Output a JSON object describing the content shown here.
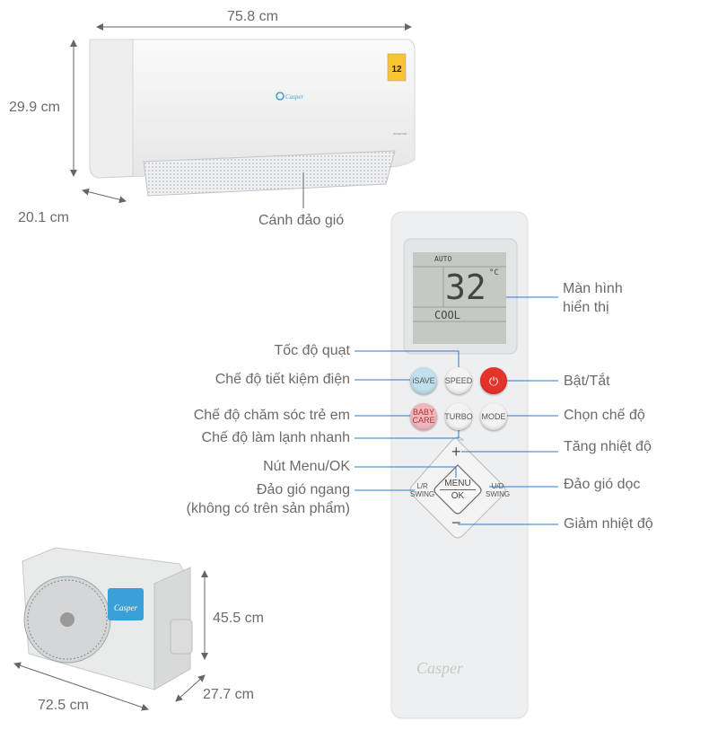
{
  "indoor_unit": {
    "width": "75.8 cm",
    "height": "29.9 cm",
    "depth": "20.1 cm",
    "louver_label": "Cánh đảo gió",
    "brand": "Casper",
    "energy_badge": "12",
    "inverter_text": "INVERTER"
  },
  "outdoor_unit": {
    "height": "45.5 cm",
    "width": "72.5 cm",
    "depth": "27.7 cm",
    "brand": "Casper"
  },
  "remote": {
    "display": {
      "mode_top": "AUTO",
      "temperature": "32",
      "unit": "°C",
      "mode": "COOL"
    },
    "buttons": {
      "isave": "iSAVE",
      "speed": "SPEED",
      "baby_care": [
        "BABY",
        "CARE"
      ],
      "turbo": "TURBO",
      "mode": "MODE",
      "plus": "+",
      "minus": "−",
      "menu": "MENU",
      "ok": "OK",
      "lr_swing": [
        "L/R",
        "SWING"
      ],
      "ud_swing": [
        "U/D",
        "SWING"
      ]
    },
    "brand": "Casper"
  },
  "labels": {
    "screen": [
      "Màn hình",
      "hiển thị"
    ],
    "fan_speed": "Tốc độ quạt",
    "energy_saving": "Chế độ tiết kiệm điện",
    "power": "Bật/Tắt",
    "baby_care": "Chế độ chăm sóc trẻ em",
    "mode_select": "Chọn chế độ",
    "turbo": "Chế độ làm lạnh nhanh",
    "temp_up": "Tăng nhiệt độ",
    "menu_ok": "Nút Menu/OK",
    "vertical_swing": "Đảo gió dọc",
    "horizontal_swing": "Đảo gió ngang",
    "horizontal_swing_note": "(không có trên sản phẩm)",
    "temp_down": "Giảm nhiệt độ"
  },
  "colors": {
    "callout": "#2a7bd6",
    "text": "#6b6b6b",
    "power": "#e5322a",
    "isave": "#bfe0ec",
    "baby_care": "#f1b7bf"
  }
}
